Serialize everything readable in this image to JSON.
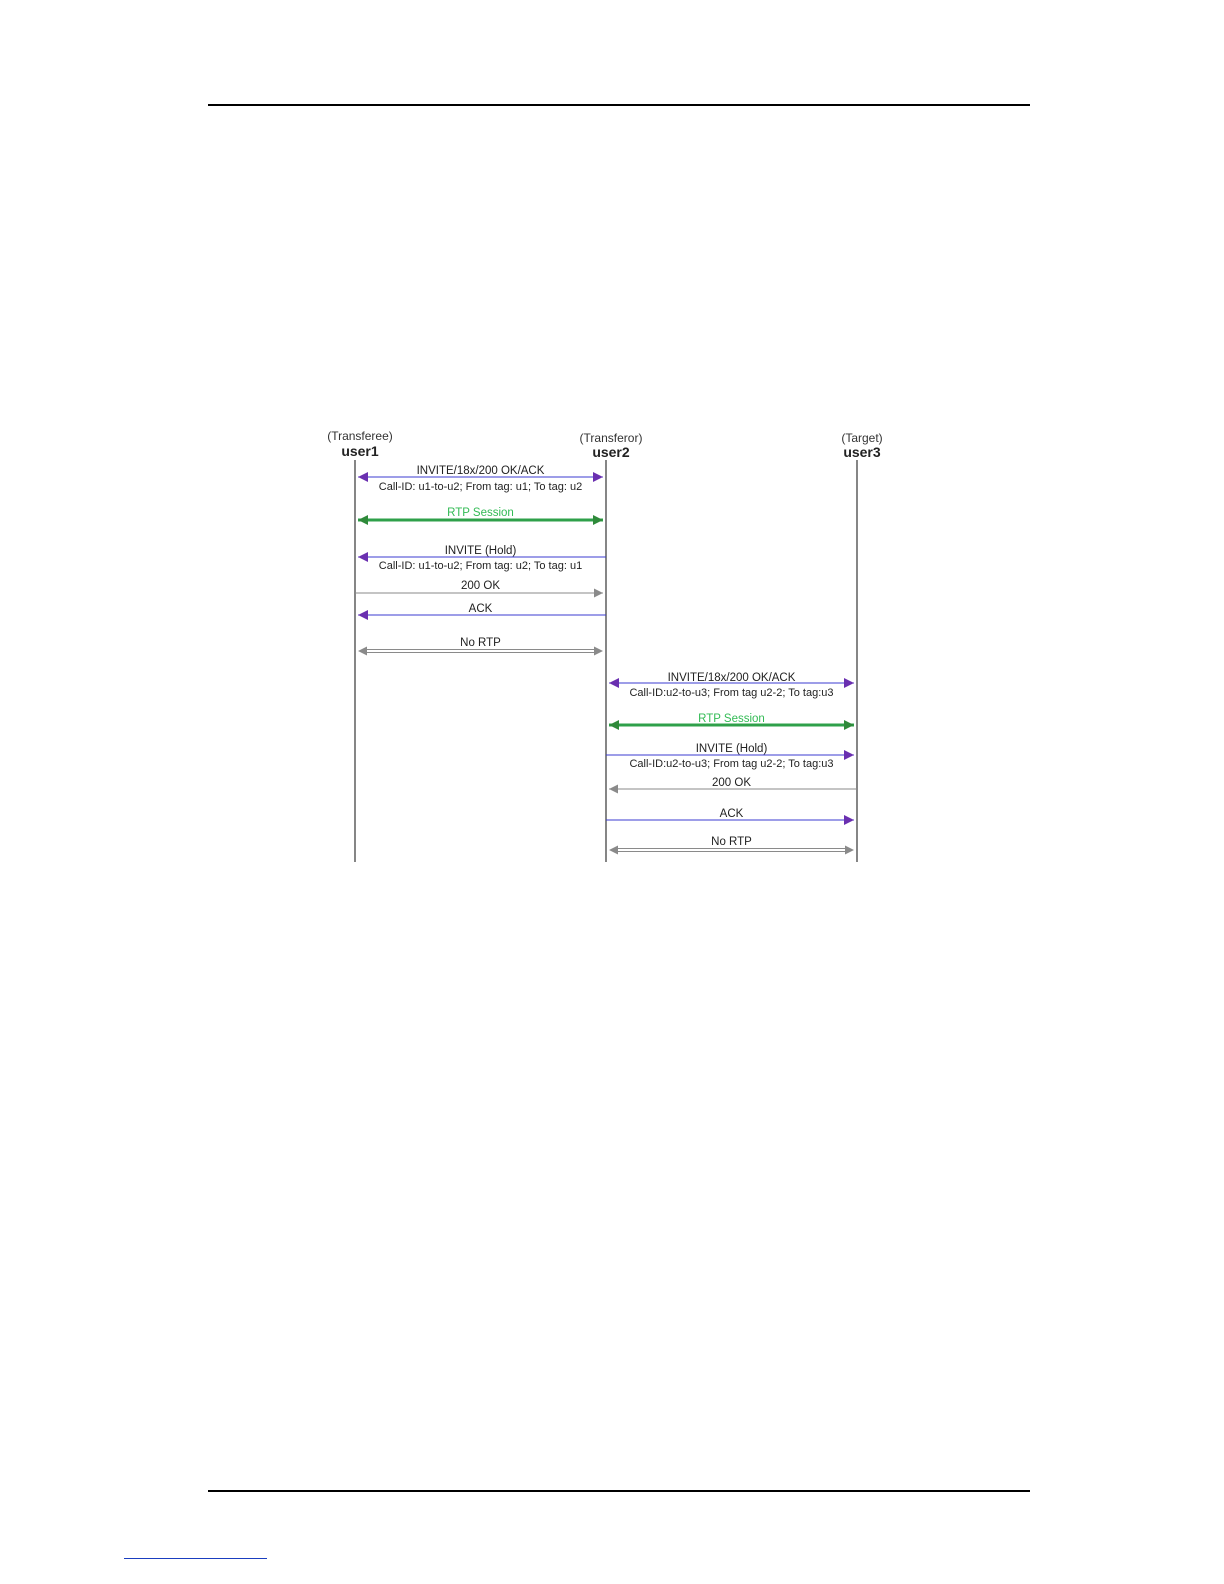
{
  "colors": {
    "message_line": "#3b3bd0",
    "arrowhead": "#6a2fb0",
    "rtp": "#2fa04a",
    "rtp_label": "#33bb55",
    "gray": "#8a8a8a",
    "lifeline": "#444444"
  },
  "participants": [
    {
      "id": "user1",
      "role": "(Transferee)",
      "name": "user1"
    },
    {
      "id": "user2",
      "role": "(Transferor)",
      "name": "user2"
    },
    {
      "id": "user3",
      "role": "(Target)",
      "name": "user3"
    }
  ],
  "messages": [
    {
      "from": "user1",
      "to": "user2",
      "style": "purple-both",
      "label": "INVITE/18x/200 OK/ACK",
      "sublabel": "Call-ID: u1-to-u2; From tag: u1; To tag: u2"
    },
    {
      "from": "user1",
      "to": "user2",
      "style": "rtp",
      "label": "RTP Session",
      "sublabel": ""
    },
    {
      "from": "user2",
      "to": "user1",
      "style": "purple",
      "label": "INVITE (Hold)",
      "sublabel": "Call-ID: u1-to-u2; From tag: u2; To tag: u1"
    },
    {
      "from": "user1",
      "to": "user2",
      "style": "gray",
      "label": "200 OK",
      "sublabel": ""
    },
    {
      "from": "user2",
      "to": "user1",
      "style": "purple",
      "label": "ACK",
      "sublabel": ""
    },
    {
      "from": "user1",
      "to": "user2",
      "style": "norttp",
      "label": "No RTP",
      "sublabel": ""
    },
    {
      "from": "user2",
      "to": "user3",
      "style": "purple-both",
      "label": "INVITE/18x/200 OK/ACK",
      "sublabel": "Call-ID:u2-to-u3; From tag u2-2; To tag:u3"
    },
    {
      "from": "user2",
      "to": "user3",
      "style": "rtp",
      "label": "RTP Session",
      "sublabel": ""
    },
    {
      "from": "user2",
      "to": "user3",
      "style": "purple",
      "label": "INVITE (Hold)",
      "sublabel": "Call-ID:u2-to-u3; From tag u2-2; To tag:u3"
    },
    {
      "from": "user3",
      "to": "user2",
      "style": "gray",
      "label": "200 OK",
      "sublabel": ""
    },
    {
      "from": "user2",
      "to": "user3",
      "style": "purple",
      "label": "ACK",
      "sublabel": ""
    },
    {
      "from": "user2",
      "to": "user3",
      "style": "norttp",
      "label": "No RTP",
      "sublabel": ""
    }
  ]
}
